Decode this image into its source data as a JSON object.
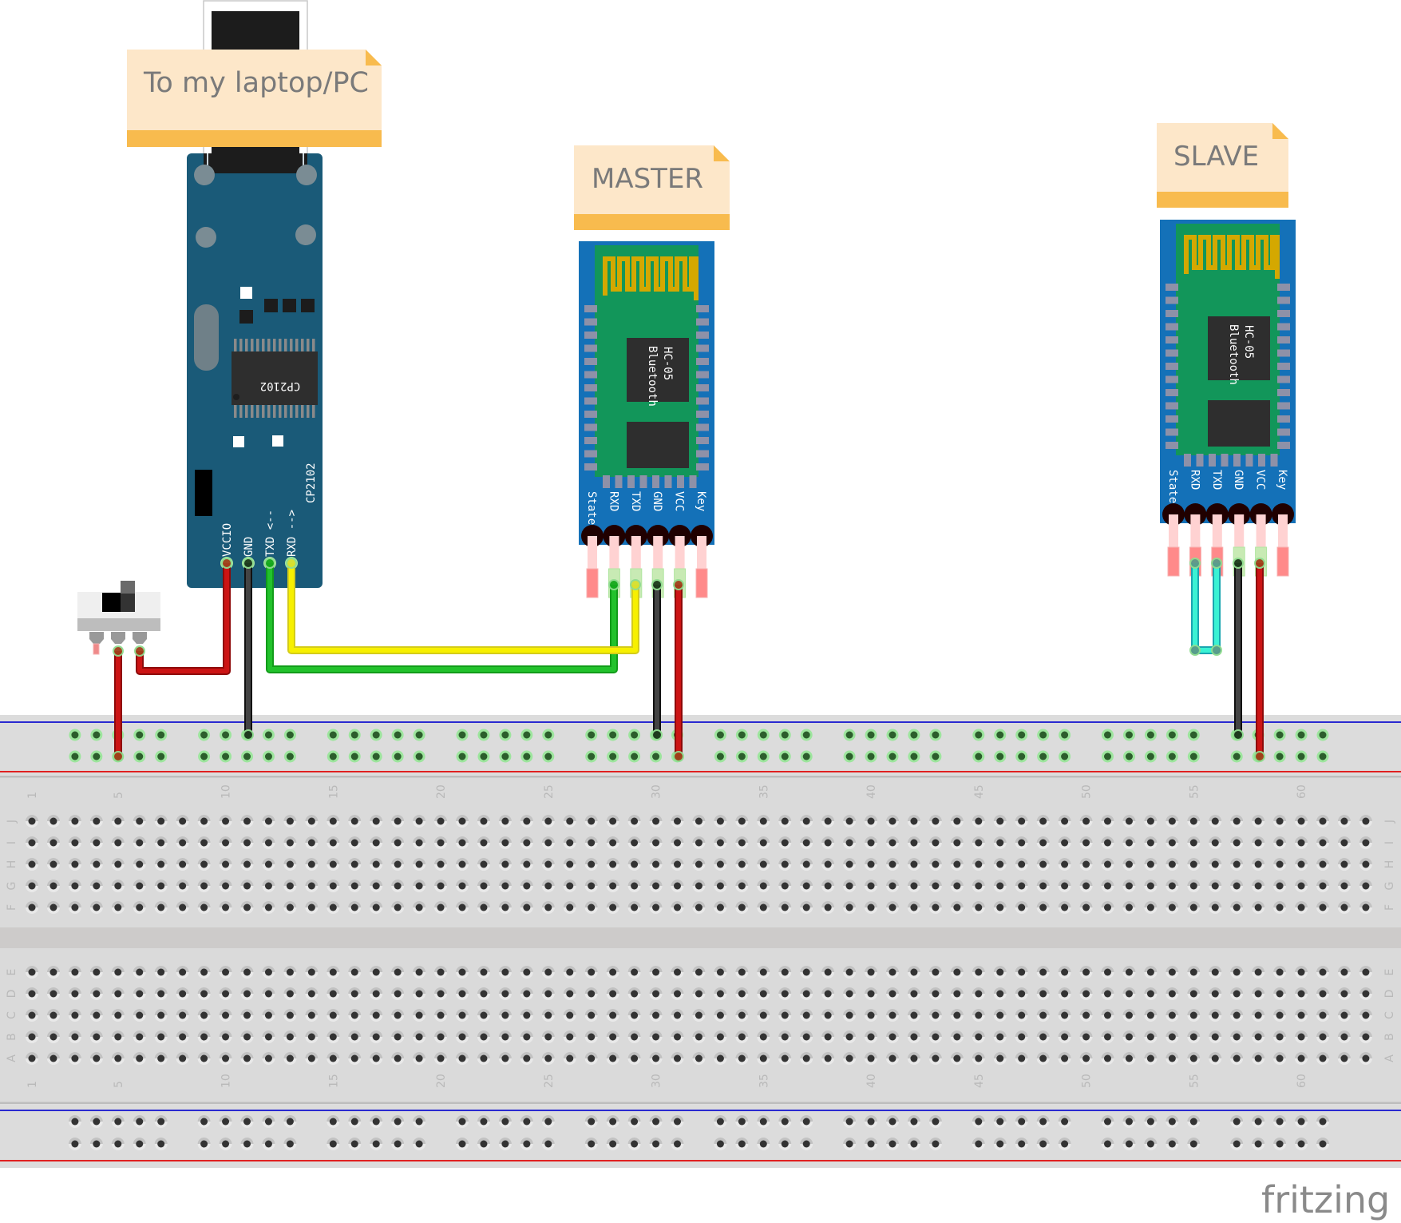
{
  "canvas": {
    "title": "Fritzing breadboard view",
    "background": "#ffffff"
  },
  "notes": [
    {
      "id": "note-laptop",
      "text": "To my laptop/PC"
    },
    {
      "id": "note-master",
      "text": "MASTER"
    },
    {
      "id": "note-slave",
      "text": "SLAVE"
    }
  ],
  "usb_adapter": {
    "chip_label": "CP2102",
    "board_label": "CP2102",
    "pins": [
      "VCCIO",
      "GND",
      "TXD <--",
      "RXD -->"
    ],
    "color": "#1a5a78"
  },
  "hc05_master": {
    "title": "HC-05",
    "subtitle": "Bluetooth",
    "pins": [
      "State",
      "RXD",
      "TXD",
      "GND",
      "VCC",
      "Key"
    ]
  },
  "hc05_slave": {
    "title": "HC-05",
    "subtitle": "Bluetooth",
    "pins": [
      "State",
      "RXD",
      "TXD",
      "GND",
      "VCC",
      "Key"
    ]
  },
  "switch": {
    "name": "slide switch",
    "pins": 3
  },
  "breadboard": {
    "columns": 63,
    "column_labels": [
      "1",
      "5",
      "10",
      "15",
      "20",
      "25",
      "30",
      "35",
      "40",
      "45",
      "50",
      "55",
      "60"
    ],
    "rows_top": [
      "J",
      "I",
      "H",
      "G",
      "F"
    ],
    "rows_bottom": [
      "E",
      "D",
      "C",
      "B",
      "A"
    ]
  },
  "wires": [
    {
      "id": "wire-switch-to-rail",
      "color": "#cc1010",
      "from": "switch pin 2",
      "to": "top rail + (col 5)"
    },
    {
      "id": "wire-switch-to-vccio",
      "color": "#cc1010",
      "from": "switch pin 3",
      "to": "CP2102 VCCIO"
    },
    {
      "id": "wire-gnd-usb",
      "color": "#404040",
      "from": "CP2102 GND",
      "to": "top rail - (col 11)"
    },
    {
      "id": "wire-txd-usb",
      "color": "#1db827",
      "from": "CP2102 TXD",
      "to": "MASTER RXD"
    },
    {
      "id": "wire-rxd-usb",
      "color": "#f2ea00",
      "from": "CP2102 RXD",
      "to": "MASTER TXD"
    },
    {
      "id": "wire-gnd-master",
      "color": "#404040",
      "from": "MASTER GND",
      "to": "top rail -"
    },
    {
      "id": "wire-vcc-master",
      "color": "#cc1010",
      "from": "MASTER VCC",
      "to": "top rail +"
    },
    {
      "id": "wire-slave-loop",
      "color": "#33e6c8",
      "from": "SLAVE RXD",
      "to": "SLAVE TXD"
    },
    {
      "id": "wire-gnd-slave",
      "color": "#404040",
      "from": "SLAVE GND",
      "to": "top rail -"
    },
    {
      "id": "wire-vcc-slave",
      "color": "#cc1010",
      "from": "SLAVE VCC",
      "to": "top rail +"
    }
  ],
  "logo": {
    "text": "fritzing"
  }
}
